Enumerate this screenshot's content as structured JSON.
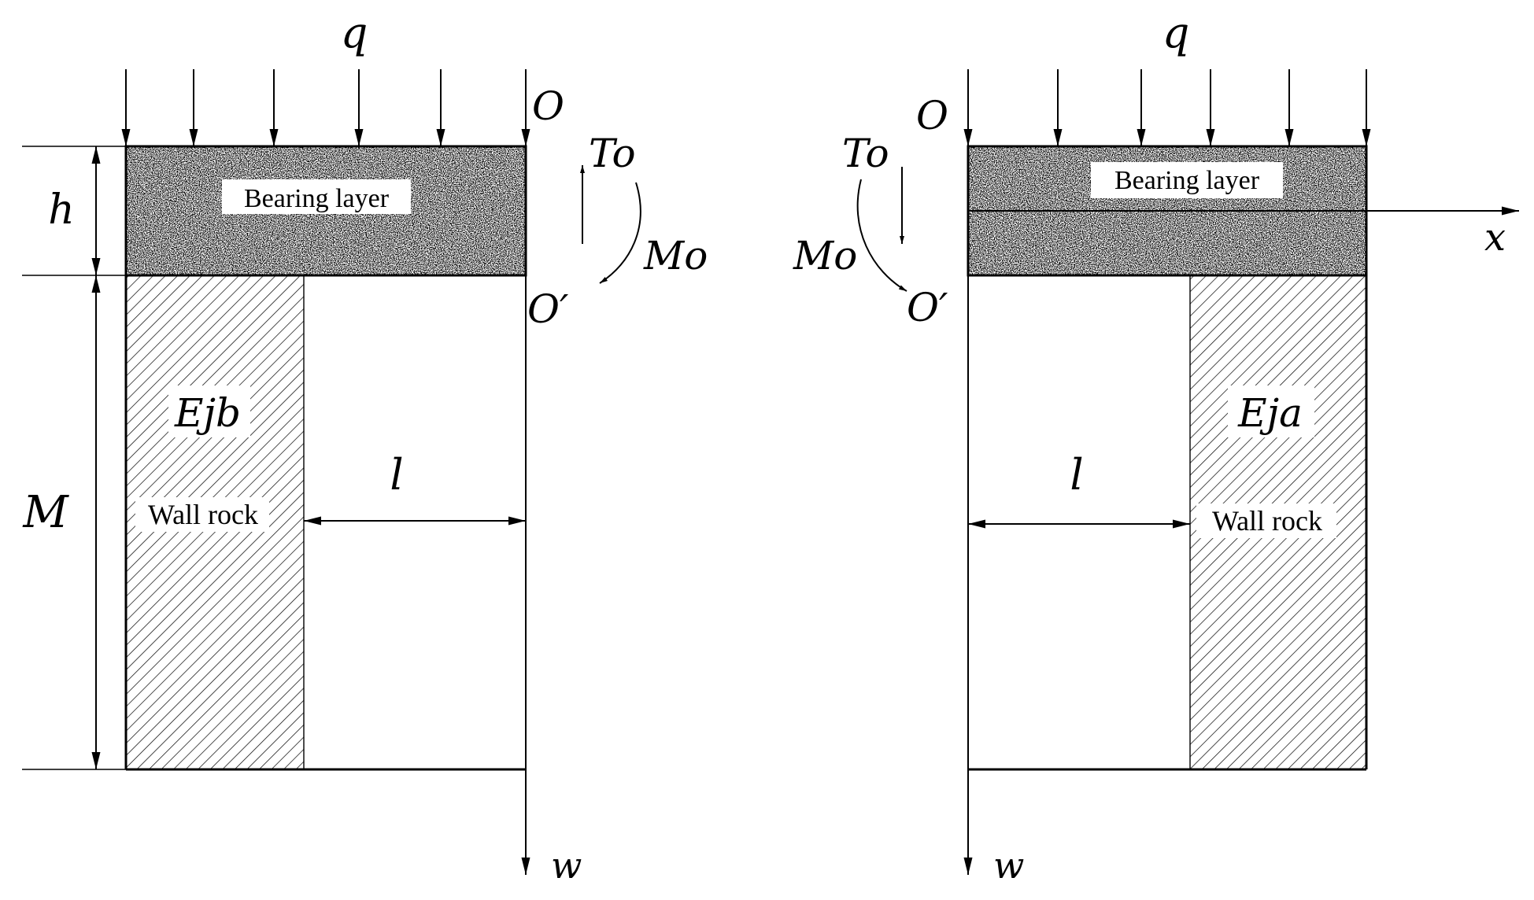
{
  "colors": {
    "ink": "#000000",
    "background": "#ffffff"
  },
  "left_panel": {
    "load_label": "q",
    "origin_label": "O",
    "origin_prime_label": "O′",
    "shear_label": "To",
    "moment_label": "Mo",
    "layer_thickness_label": "h",
    "mining_height_label": "M",
    "span_label": "l",
    "bearing_layer_text": "Bearing layer",
    "modulus_label": "Ejb",
    "wall_rock_text": "Wall rock",
    "deflection_axis_label": "w"
  },
  "right_panel": {
    "load_label": "q",
    "origin_label": "O",
    "origin_prime_label": "O′",
    "shear_label": "To",
    "moment_label": "Mo",
    "x_axis_label": "x",
    "span_label": "l",
    "bearing_layer_text": "Bearing layer",
    "modulus_label": "Eja",
    "wall_rock_text": "Wall rock",
    "deflection_axis_label": "w"
  }
}
